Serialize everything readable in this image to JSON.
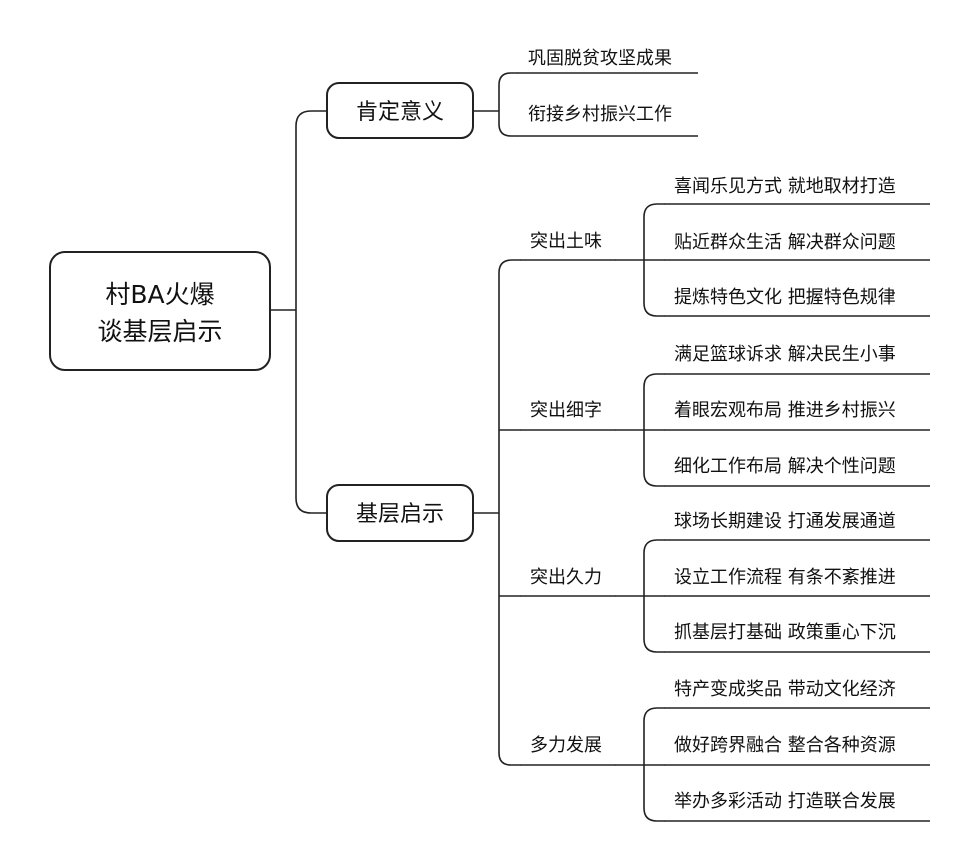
{
  "root": {
    "lines": [
      "村BA火爆",
      "谈基层启示"
    ]
  },
  "branches": [
    {
      "label": "肯定意义",
      "groups": [
        {
          "label": "",
          "items": [
            "巩固脱贫攻坚成果",
            "衔接乡村振兴工作"
          ]
        }
      ]
    },
    {
      "label": "基层启示",
      "groups": [
        {
          "label": "突出土味",
          "items": [
            "喜闻乐见方式 就地取材打造",
            "贴近群众生活 解决群众问题",
            "提炼特色文化 把握特色规律"
          ]
        },
        {
          "label": "突出细字",
          "items": [
            "满足篮球诉求 解决民生小事",
            "着眼宏观布局 推进乡村振兴",
            "细化工作布局 解决个性问题"
          ]
        },
        {
          "label": "突出久力",
          "items": [
            "球场长期建设 打通发展通道",
            "设立工作流程 有条不紊推进",
            "抓基层打基础 政策重心下沉"
          ]
        },
        {
          "label": "多力发展",
          "items": [
            "特产变成奖品 带动文化经济",
            "做好跨界融合 整合各种资源",
            "举办多彩活动 打造联合发展"
          ]
        }
      ]
    }
  ]
}
